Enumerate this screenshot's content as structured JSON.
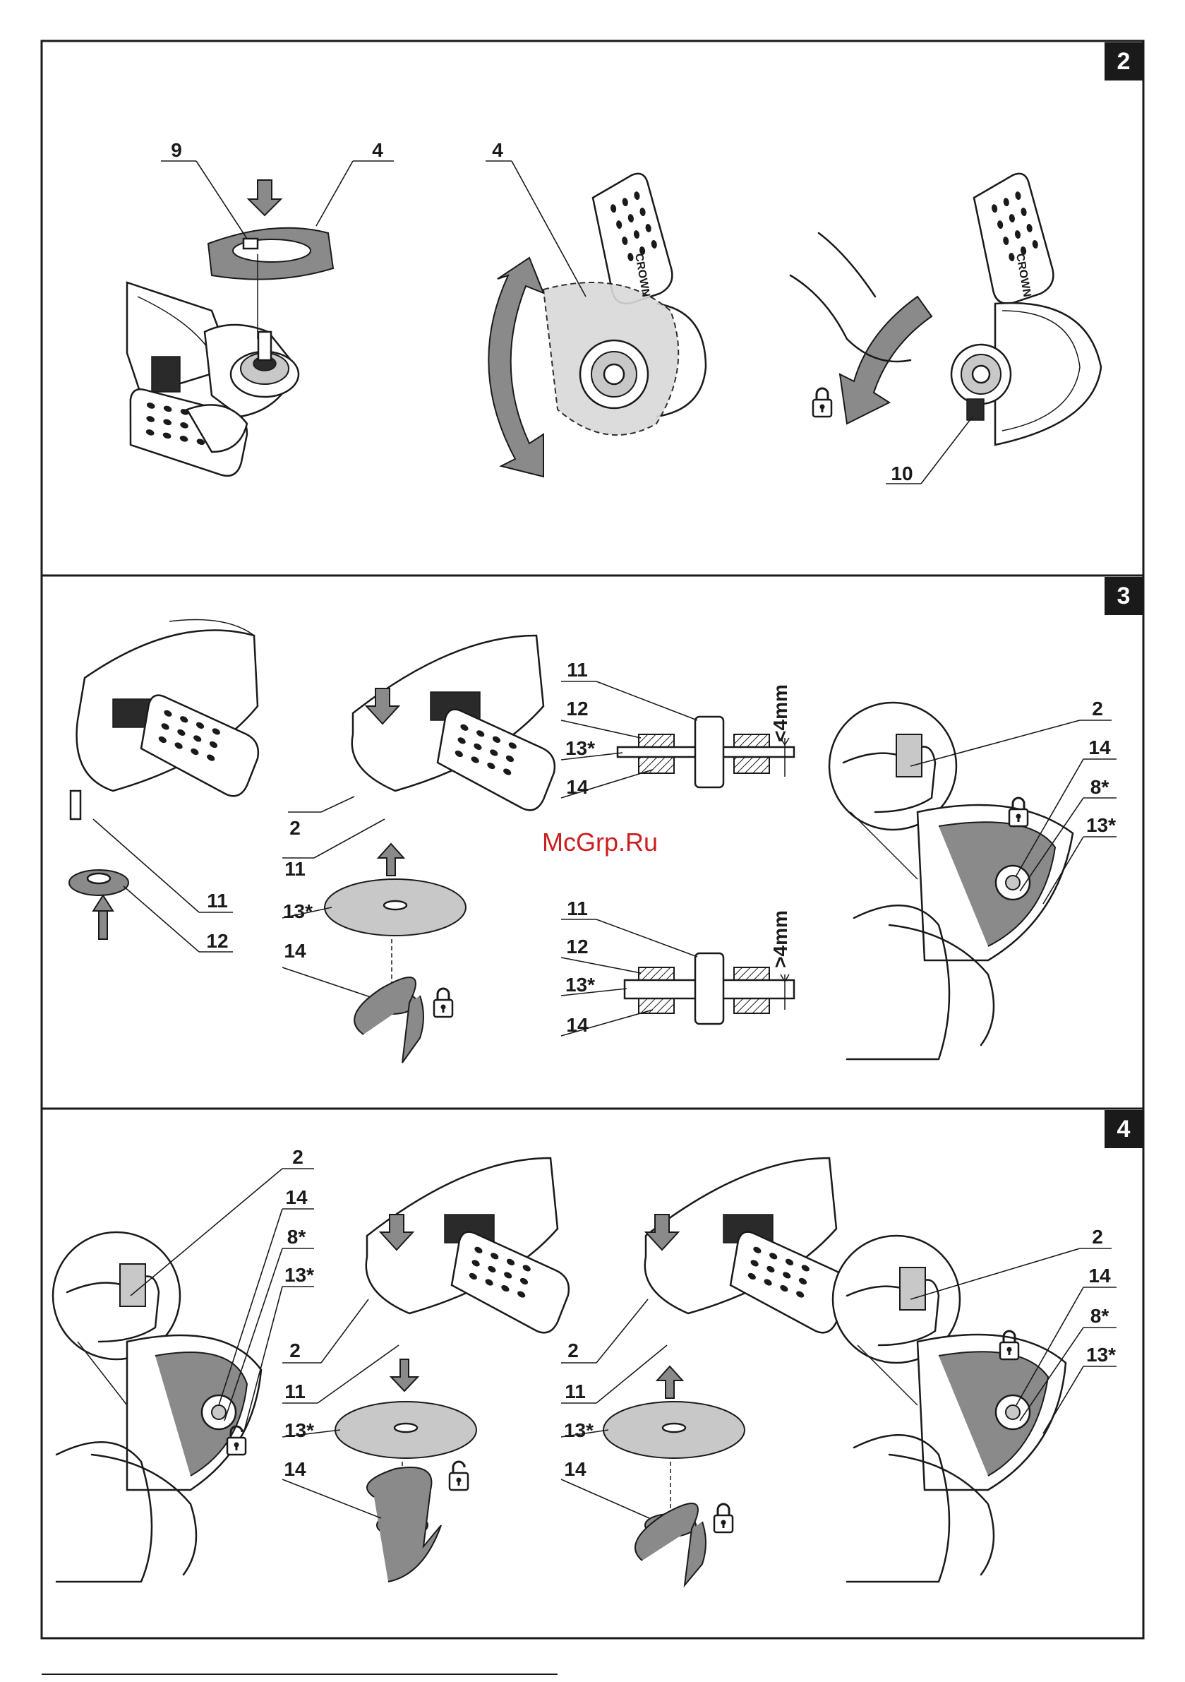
{
  "watermark": "McGrp.Ru",
  "sections": [
    {
      "number": "2",
      "labels": [
        "9",
        "4",
        "4",
        "10"
      ]
    },
    {
      "number": "3",
      "labels": [
        "11",
        "12",
        "2",
        "11",
        "13*",
        "14",
        "11",
        "12",
        "13*",
        "14",
        "11",
        "12",
        "13*",
        "14",
        "2",
        "14",
        "8*",
        "13*"
      ],
      "gap_small": "<4mm",
      "gap_large": ">4mm"
    },
    {
      "number": "4",
      "labels": [
        "2",
        "14",
        "8*",
        "13*",
        "2",
        "11",
        "13*",
        "14",
        "2",
        "11",
        "13*",
        "14",
        "2",
        "14",
        "8*",
        "13*"
      ]
    }
  ],
  "handle_brand": "CROWN"
}
